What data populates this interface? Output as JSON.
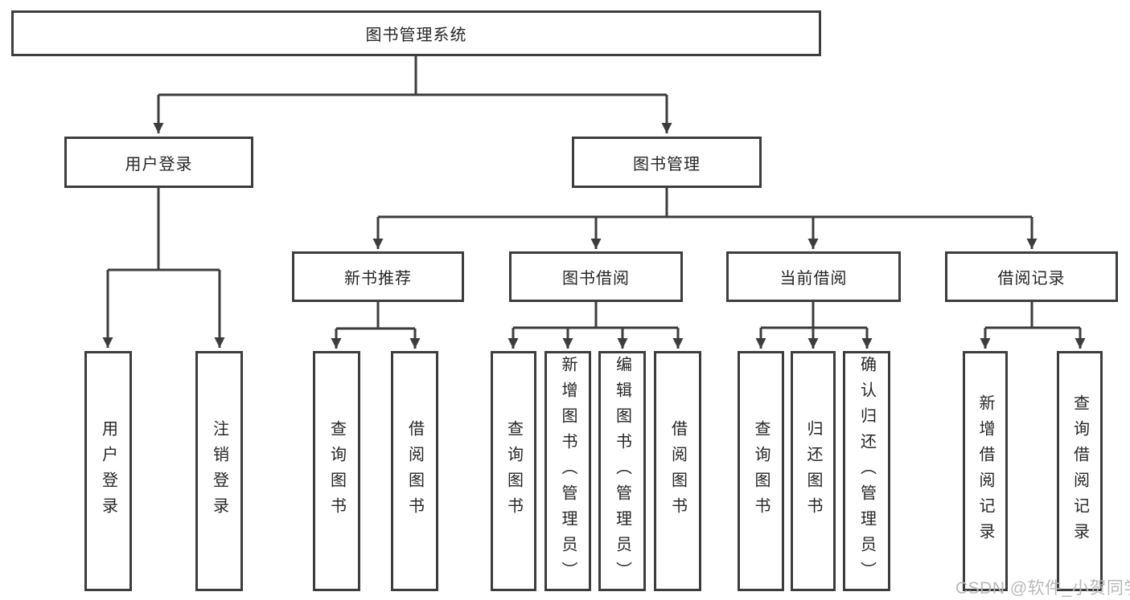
{
  "tree": {
    "root": {
      "label": "图书管理系统"
    },
    "branches": [
      {
        "label": "用户登录",
        "children": [
          {
            "label": "用户登录"
          },
          {
            "label": "注销登录"
          }
        ]
      },
      {
        "label": "图书管理",
        "children": [
          {
            "label": "新书推荐",
            "children": [
              {
                "label": "查询图书"
              },
              {
                "label": "借阅图书"
              }
            ]
          },
          {
            "label": "图书借阅",
            "children": [
              {
                "label": "查询图书"
              },
              {
                "label": "新增图书（管理员）"
              },
              {
                "label": "编辑图书（管理员）"
              },
              {
                "label": "借阅图书"
              }
            ]
          },
          {
            "label": "当前借阅",
            "children": [
              {
                "label": "查询图书"
              },
              {
                "label": "归还图书"
              },
              {
                "label": "确认归还（管理员）"
              }
            ]
          },
          {
            "label": "借阅记录",
            "children": [
              {
                "label": "新增借阅记录"
              },
              {
                "label": "查询借阅记录"
              }
            ]
          }
        ]
      }
    ]
  },
  "watermark": {
    "text": "CSDN @软件_小贺同学"
  },
  "colors": {
    "line": "#3d3d3d",
    "box_border": "#3d3d3d",
    "text": "#262626",
    "background": "#ffffff",
    "watermark": "#b9b9b9"
  }
}
